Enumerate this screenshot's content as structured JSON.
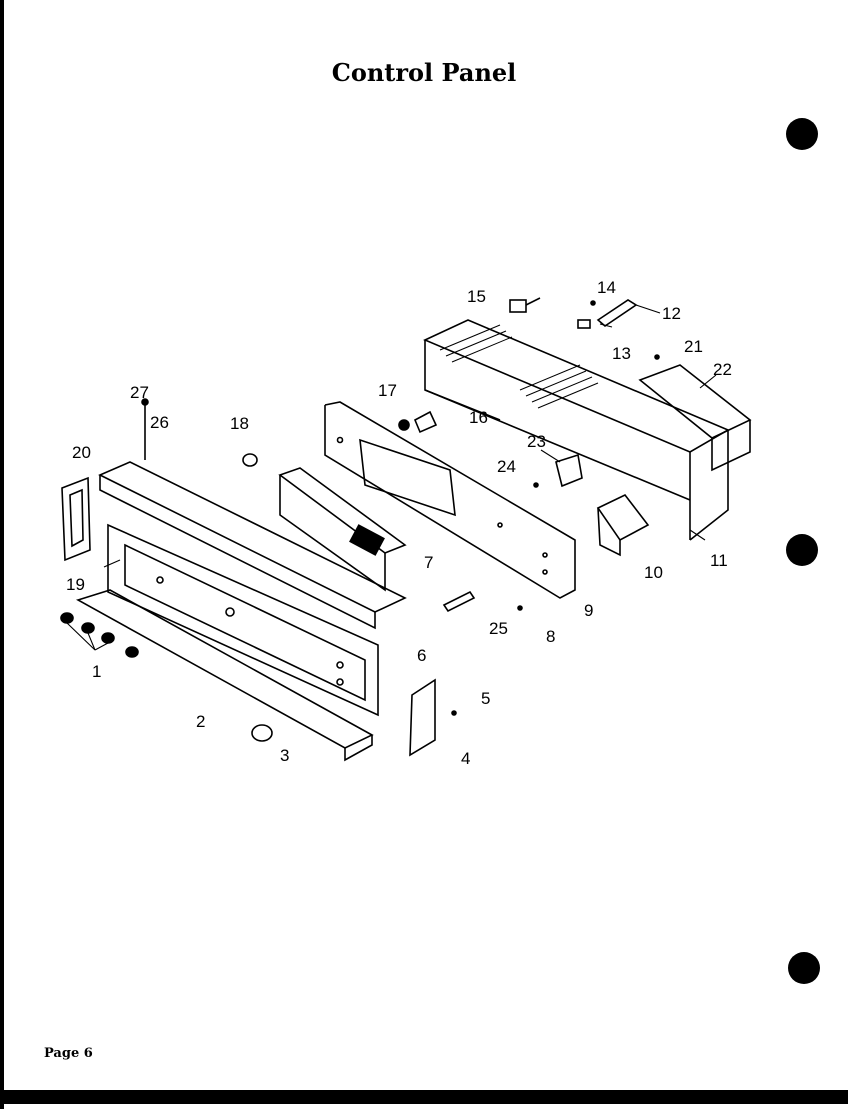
{
  "title": "Control Panel",
  "footer": "Page 6",
  "callouts": [
    "1",
    "2",
    "3",
    "4",
    "5",
    "6",
    "7",
    "8",
    "9",
    "10",
    "11",
    "12",
    "13",
    "14",
    "15",
    "16",
    "17",
    "18",
    "19",
    "20",
    "21",
    "22",
    "23",
    "24",
    "25",
    "26",
    "27"
  ],
  "colors": {
    "ink": "#000000",
    "paper": "#ffffff"
  }
}
